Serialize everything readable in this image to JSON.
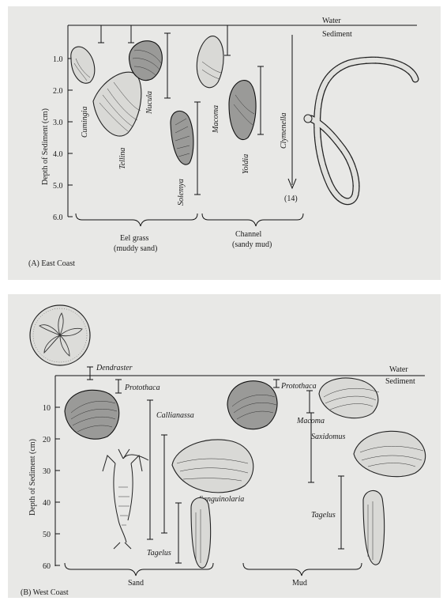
{
  "panel_a": {
    "caption": "(A) East Coast",
    "surface_water": "Water",
    "surface_sediment": "Sediment",
    "axis_label": "Depth of Sediment (cm)",
    "ticks": [
      "1.0",
      "2.0",
      "3.0",
      "4.0",
      "5.0",
      "6.0"
    ],
    "organisms": [
      "Cumingia",
      "Tellina",
      "Nucula",
      "Solemya",
      "Macoma",
      "Yoldia",
      "Clymenella"
    ],
    "clymenella_depth": "(14)",
    "habitat_1": "Eel grass",
    "habitat_1_sub": "(muddy sand)",
    "habitat_2": "Channel",
    "habitat_2_sub": "(sandy mud)"
  },
  "panel_b": {
    "caption": "(B) West Coast",
    "surface_water": "Water",
    "surface_sediment": "Sediment",
    "axis_label": "Depth of Sediment (cm)",
    "ticks": [
      "10",
      "20",
      "30",
      "40",
      "50",
      "60"
    ],
    "organisms_sand": [
      "Dendraster",
      "Protothaca",
      "Callianassa",
      "Sanguinolaria",
      "Tagelus"
    ],
    "organisms_mud": [
      "Protothaca",
      "Macoma",
      "Saxidomus",
      "Tagelus"
    ],
    "habitat_1": "Sand",
    "habitat_2": "Mud"
  }
}
